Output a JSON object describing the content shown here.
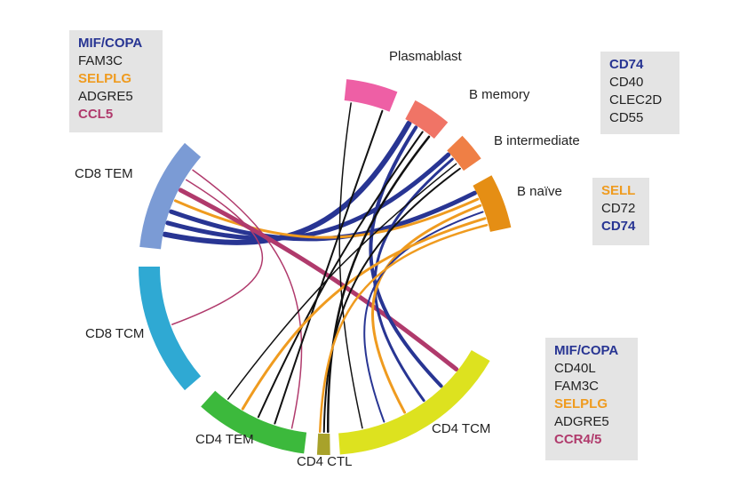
{
  "colors": {
    "ribbon_blue": "#283593",
    "ribbon_orange": "#ef9b1f",
    "ribbon_magenta": "#b03a6c",
    "ribbon_black": "#111111",
    "text_default": "#222222",
    "box_background": "#e4e4e4"
  },
  "segments": [
    {
      "id": "plasmablast",
      "label": "Plasmablast",
      "color": "#ee5fa5"
    },
    {
      "id": "b-memory",
      "label": "B memory",
      "color": "#f07466"
    },
    {
      "id": "b-intermediate",
      "label": "B intermediate",
      "color": "#ef7f45"
    },
    {
      "id": "b-naive",
      "label": "B naïve",
      "color": "#e58e14"
    },
    {
      "id": "cd4-tcm",
      "label": "CD4 TCM",
      "color": "#dde21f"
    },
    {
      "id": "cd4-ctl",
      "label": "CD4 CTL",
      "color": "#a8a22a"
    },
    {
      "id": "cd4-tem",
      "label": "CD4 TEM",
      "color": "#3cb93c"
    },
    {
      "id": "cd8-tcm",
      "label": "CD8 TCM",
      "color": "#2fa9d3"
    },
    {
      "id": "cd8-tem",
      "label": "CD8 TEM",
      "color": "#7b9bd5"
    }
  ],
  "gene_boxes": [
    {
      "id": "cd8-tem-genes",
      "genes": [
        {
          "text": "MIF/COPA",
          "color": "#283593",
          "bold": true
        },
        {
          "text": "FAM3C",
          "color": "#222222",
          "bold": false
        },
        {
          "text": "SELPLG",
          "color": "#ef9b1f",
          "bold": true
        },
        {
          "text": "ADGRE5",
          "color": "#222222",
          "bold": false
        },
        {
          "text": "CCL5",
          "color": "#b03a6c",
          "bold": true
        }
      ]
    },
    {
      "id": "b-memory-genes",
      "genes": [
        {
          "text": "CD74",
          "color": "#283593",
          "bold": true
        },
        {
          "text": "CD40",
          "color": "#222222",
          "bold": false
        },
        {
          "text": "CLEC2D",
          "color": "#222222",
          "bold": false
        },
        {
          "text": "CD55",
          "color": "#222222",
          "bold": false
        }
      ]
    },
    {
      "id": "b-naive-genes",
      "genes": [
        {
          "text": "SELL",
          "color": "#ef9b1f",
          "bold": true
        },
        {
          "text": "CD72",
          "color": "#222222",
          "bold": false
        },
        {
          "text": "CD74",
          "color": "#283593",
          "bold": true
        }
      ]
    },
    {
      "id": "cd4-tcm-genes",
      "genes": [
        {
          "text": "MIF/COPA",
          "color": "#283593",
          "bold": true
        },
        {
          "text": "CD40L",
          "color": "#222222",
          "bold": false
        },
        {
          "text": "FAM3C",
          "color": "#222222",
          "bold": false
        },
        {
          "text": "SELPLG",
          "color": "#ef9b1f",
          "bold": true
        },
        {
          "text": "ADGRE5",
          "color": "#222222",
          "bold": false
        },
        {
          "text": "CCR4/5",
          "color": "#b03a6c",
          "bold": true
        }
      ]
    }
  ],
  "links": [
    {
      "from": "cd8-tem",
      "to": "b-memory",
      "color": "#283593",
      "weight": 6
    },
    {
      "from": "cd8-tem",
      "to": "b-intermediate",
      "color": "#283593",
      "weight": 5
    },
    {
      "from": "cd8-tem",
      "to": "b-naive",
      "color": "#283593",
      "weight": 5
    },
    {
      "from": "cd8-tem",
      "to": "b-naive",
      "color": "#ef9b1f",
      "weight": 3
    },
    {
      "from": "cd8-tem",
      "to": "cd4-tcm",
      "color": "#b03a6c",
      "weight": 5
    },
    {
      "from": "cd8-tem",
      "to": "cd8-tcm",
      "color": "#b03a6c",
      "weight": 1.5
    },
    {
      "from": "cd8-tem",
      "to": "cd4-tem",
      "color": "#b03a6c",
      "weight": 1.5
    },
    {
      "from": "cd4-tcm",
      "to": "b-memory",
      "color": "#283593",
      "weight": 4
    },
    {
      "from": "cd4-tcm",
      "to": "b-intermediate",
      "color": "#283593",
      "weight": 3
    },
    {
      "from": "cd4-tcm",
      "to": "b-naive",
      "color": "#ef9b1f",
      "weight": 3
    },
    {
      "from": "cd4-tcm",
      "to": "b-naive",
      "color": "#283593",
      "weight": 2
    },
    {
      "from": "cd4-tcm",
      "to": "plasmablast",
      "color": "#111111",
      "weight": 1.5
    },
    {
      "from": "cd4-tem",
      "to": "plasmablast",
      "color": "#111111",
      "weight": 2
    },
    {
      "from": "cd4-tem",
      "to": "b-memory",
      "color": "#111111",
      "weight": 2
    },
    {
      "from": "cd4-tem",
      "to": "b-naive",
      "color": "#ef9b1f",
      "weight": 3
    },
    {
      "from": "cd4-tem",
      "to": "b-intermediate",
      "color": "#111111",
      "weight": 1.5
    },
    {
      "from": "cd4-ctl",
      "to": "b-memory",
      "color": "#111111",
      "weight": 2.5
    },
    {
      "from": "cd4-ctl",
      "to": "b-intermediate",
      "color": "#111111",
      "weight": 2
    },
    {
      "from": "cd4-ctl",
      "to": "b-naive",
      "color": "#ef9b1f",
      "weight": 2.5
    }
  ]
}
